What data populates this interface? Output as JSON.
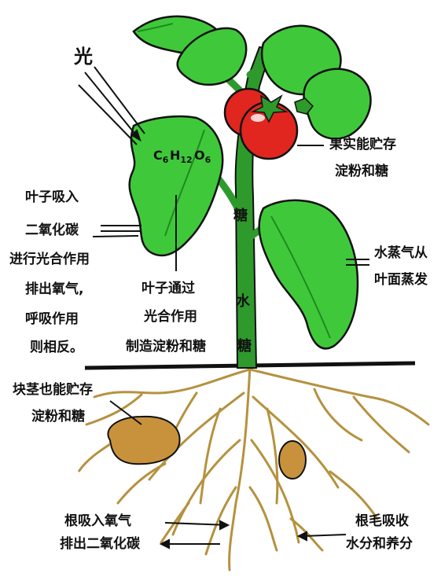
{
  "labels": {
    "sunlight": "光",
    "leaf_absorb": [
      "叶子吸入",
      "二氧化碳",
      "进行光合作用",
      "排出氧气,",
      "呼吸作用",
      "则相反。"
    ],
    "photosynthesis": [
      "叶子通过",
      "光合作用",
      "制造淀粉和糖"
    ],
    "fruit": [
      "果实能贮存",
      "淀粉和糖"
    ],
    "transpiration": [
      "水蒸气从",
      "叶面蒸发"
    ],
    "tuber": [
      "块茎也能贮存",
      "淀粉和糖"
    ],
    "root_oxygen": [
      "根吸入氧气",
      "排出二氧化碳"
    ],
    "root_hair": [
      "根毛吸收",
      "水分和养分"
    ],
    "stem_sugar_top": "糖",
    "stem_water": "水",
    "stem_sugar_bottom": "糖",
    "formula": {
      "c": "C",
      "sub_c": "6",
      "h": "H",
      "sub_h": "12",
      "o": "O",
      "sub_o": "6"
    }
  },
  "colors": {
    "leaf": "#3fc93a",
    "leaf_dark": "#1f8a20",
    "stem": "#2e9a2c",
    "tomato": "#e0261f",
    "tuber": "#c8923c",
    "root": "#b5923f",
    "outline": "#111111"
  }
}
